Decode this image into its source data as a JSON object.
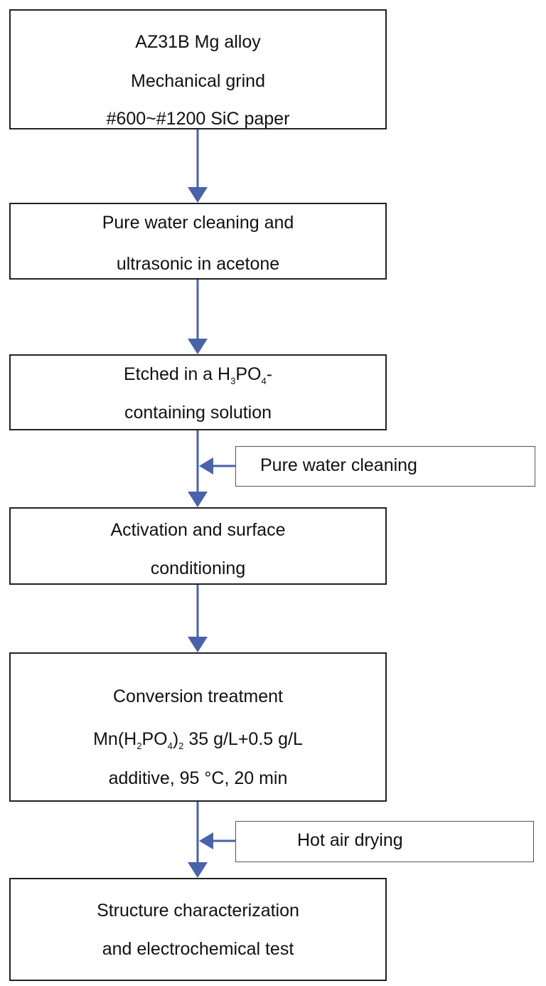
{
  "steps": [
    {
      "lines": [
        "AZ31B Mg alloy",
        "Mechanical grind",
        "#600~#1200 SiC paper"
      ]
    },
    {
      "lines": [
        "Pure water cleaning and",
        "ultrasonic in acetone"
      ]
    },
    {
      "lines": [
        {
          "pre": "Etched in a H",
          "sub1": "3",
          "mid": "PO",
          "sub2": "4",
          "post": "-"
        },
        "containing solution"
      ]
    },
    {
      "lines": [
        "Activation and surface",
        "conditioning"
      ]
    },
    {
      "lines": [
        "Conversion treatment",
        {
          "pre": "Mn(H",
          "sub1": "2",
          "mid": "PO",
          "sub2": "4",
          "mid2": ")",
          "sub3": "2",
          "post": " 35 g/L+0.5 g/L"
        },
        "additive, 95 °C, 20 min"
      ]
    },
    {
      "lines": [
        "Structure characterization",
        "and electrochemical test"
      ]
    }
  ],
  "side_steps": [
    {
      "label": "Pure water cleaning"
    },
    {
      "label": "Hot air drying"
    }
  ],
  "colors": {
    "arrow": "#4a62a8",
    "box_border": "#222222"
  }
}
